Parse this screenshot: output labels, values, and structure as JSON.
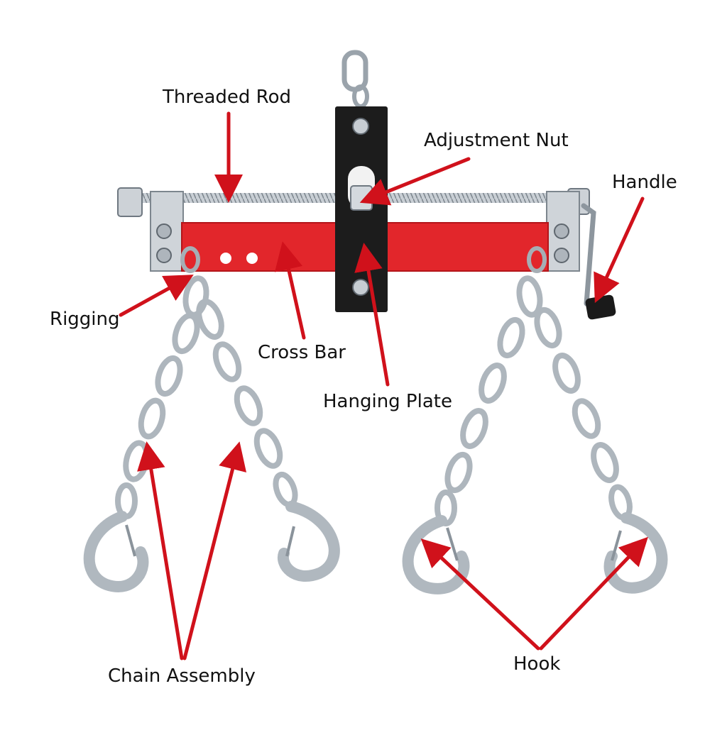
{
  "labels": {
    "threaded_rod": "Threaded Rod",
    "adjustment_nut": "Adjustment Nut",
    "handle": "Handle",
    "rigging": "Rigging",
    "cross_bar": "Cross Bar",
    "hanging_plate": "Hanging Plate",
    "chain_assembly": "Chain Assembly",
    "hook": "Hook"
  },
  "colors": {
    "arrow": "#d0111b",
    "bar": "#e2262b",
    "plate": "#1c1c1c",
    "steel": "#b9c0c7",
    "steel_dark": "#6f7881",
    "label_text": "#111111"
  }
}
